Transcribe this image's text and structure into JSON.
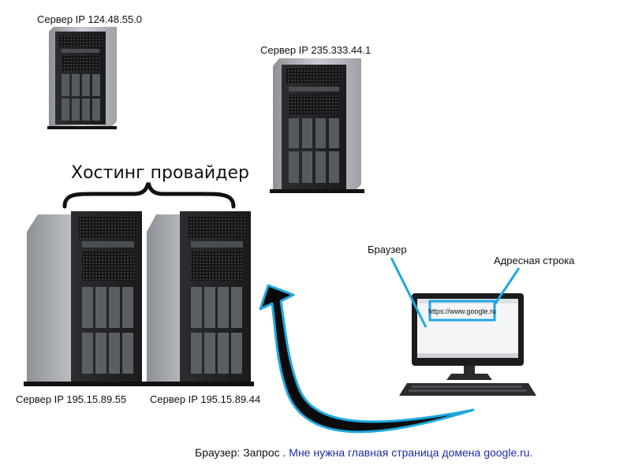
{
  "servers": {
    "server1": "Сервер IP 124.48.55.0",
    "server2": "Сервер IP 235.333.44.1",
    "server3": "Сервер IP 195.15.89.55",
    "server4": "Сервер IP 195.15.89.44"
  },
  "hosting_label": "Хостинг провайдер",
  "browser_label": "Браузер",
  "address_bar_label": "Адресная строка",
  "url": "https://www.google.ru",
  "request": {
    "prefix": "Браузер: Запрос . ",
    "text": "Мне нужна главная страница домена google.ru."
  },
  "colors": {
    "callout": "#1ea8e0",
    "arrow": "#0b0b0b",
    "request_text": "#1f2aa8"
  }
}
